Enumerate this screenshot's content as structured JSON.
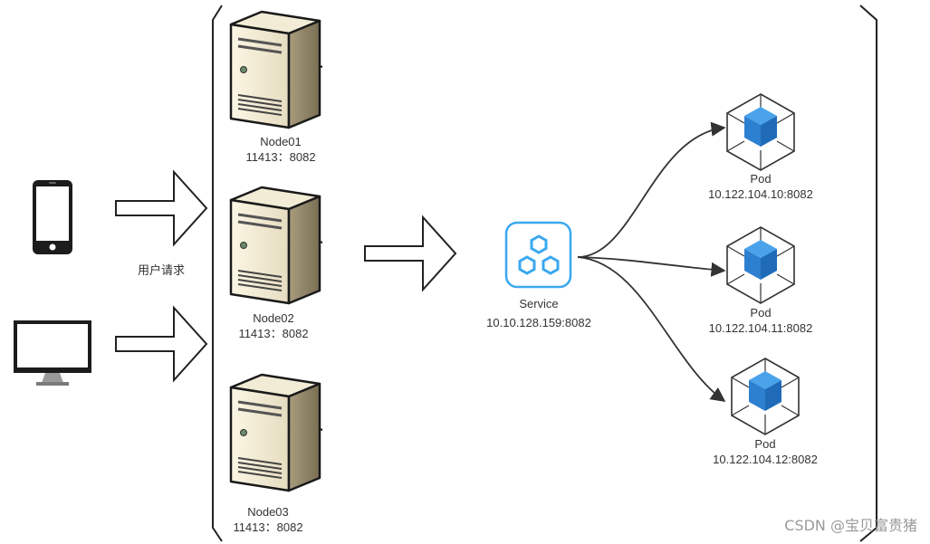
{
  "user_request_label": "用户请求",
  "nodes": [
    {
      "name": "Node01",
      "address": "11413：8082"
    },
    {
      "name": "Node02",
      "address": "11413：8082"
    },
    {
      "name": "Node03",
      "address": "11413：8082"
    }
  ],
  "service": {
    "name": "Service",
    "address": "10.10.128.159:8082",
    "color": "#3aa8f0"
  },
  "pods": [
    {
      "name": "Pod",
      "address": "10.122.104.10:8082"
    },
    {
      "name": "Pod",
      "address": "10.122.104.11:8082"
    },
    {
      "name": "Pod",
      "address": "10.122.104.12:8082"
    }
  ],
  "pod_color": "#2f86d6",
  "watermark": "CSDN @宝贝富贵猪"
}
